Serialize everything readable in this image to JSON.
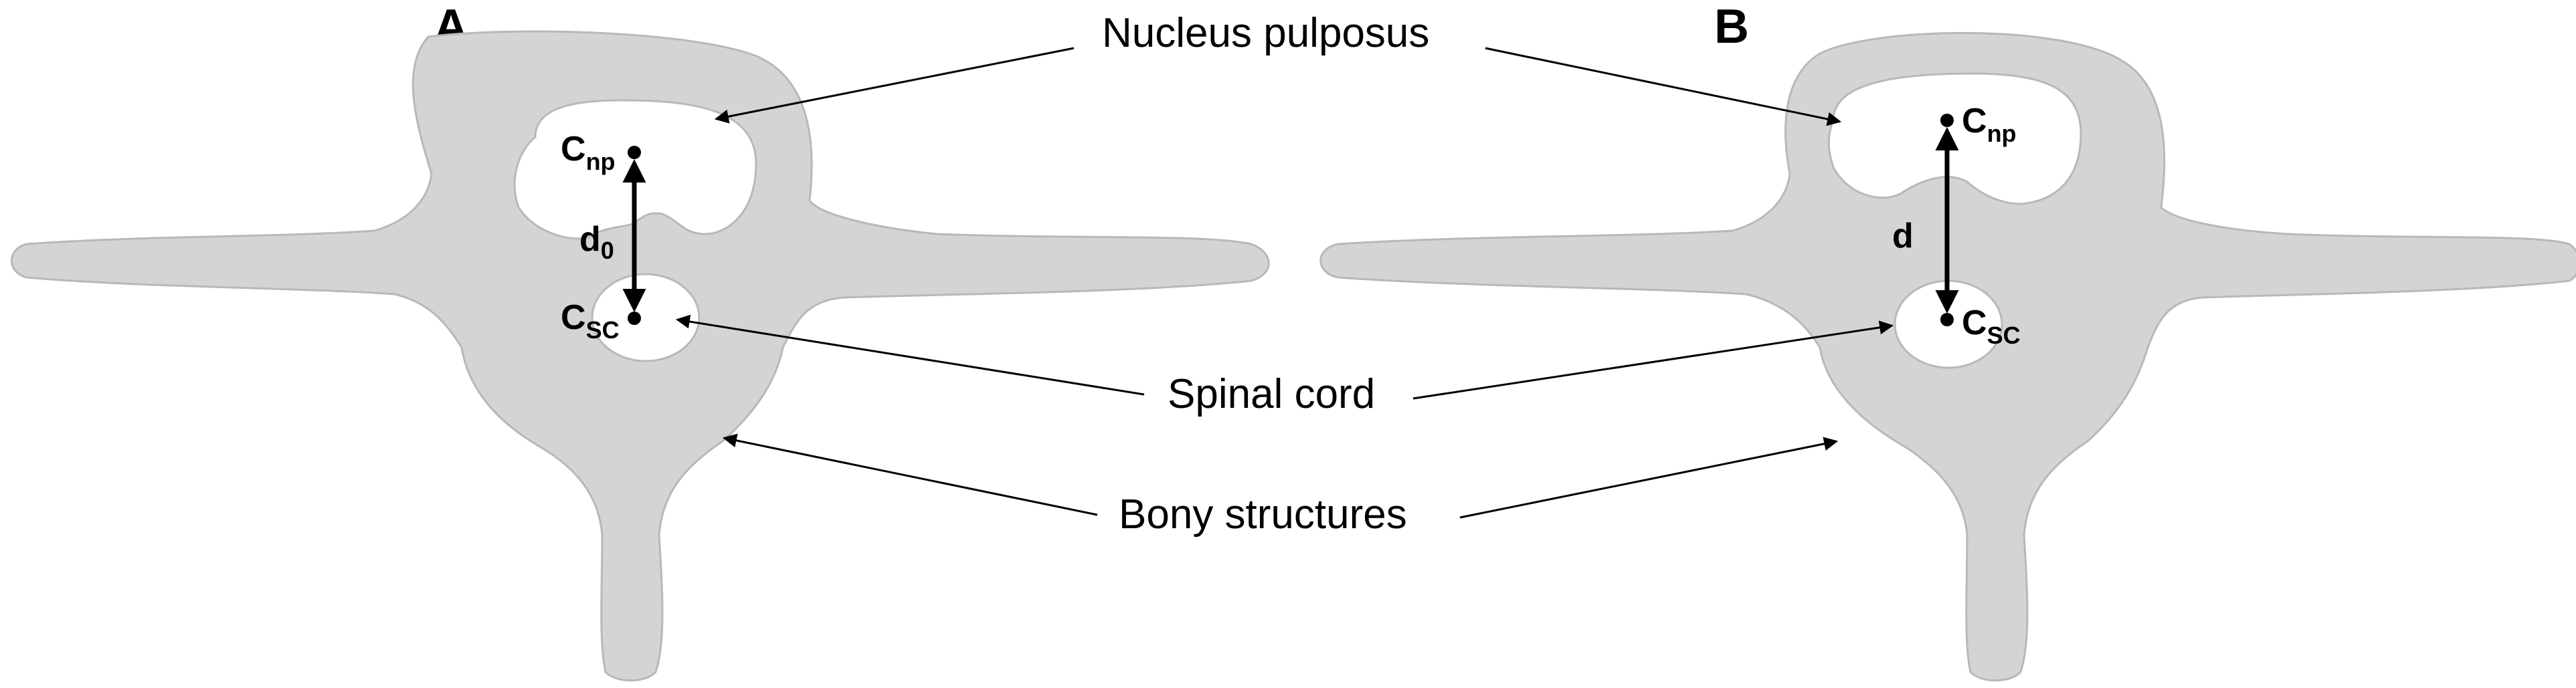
{
  "panels": {
    "a": {
      "letter": "A",
      "distance_symbol": "d",
      "distance_subscript": "0"
    },
    "b": {
      "letter": "B",
      "distance_symbol": "d"
    }
  },
  "centroid_labels": {
    "np_base": "C",
    "np_sub": "np",
    "sc_base": "C",
    "sc_sub": "SC"
  },
  "callouts": {
    "nucleus_pulposus": "Nucleus pulposus",
    "spinal_cord": "Spinal cord",
    "bony_structures": "Bony structures"
  },
  "colors": {
    "bone": "#d4d4d4",
    "bone_outline": "#b8b8b8",
    "cavity": "#ffffff",
    "ink": "#000000"
  }
}
